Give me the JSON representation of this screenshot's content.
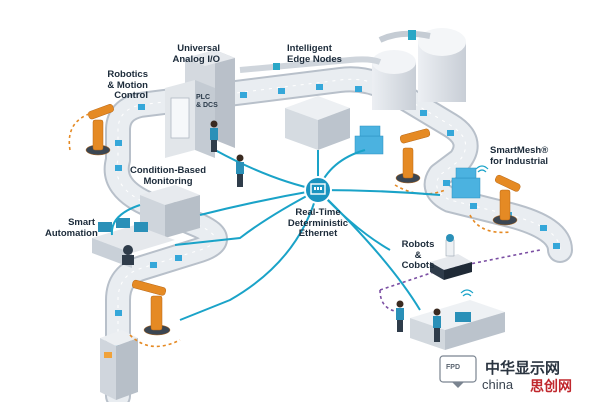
{
  "labels": {
    "universal_io": [
      "Universal",
      "Analog I/O"
    ],
    "edge_nodes": [
      "Intelligent",
      "Edge Nodes"
    ],
    "robotics": [
      "Robotics",
      "& Motion",
      "Control"
    ],
    "condition": [
      "Condition-Based",
      "Monitoring"
    ],
    "smartmesh": [
      "SmartMesh®",
      "for Industrial"
    ],
    "smart_automation": [
      "Smart",
      "Automation"
    ],
    "ethernet": [
      "Real-Time",
      "Deterministic",
      "Ethernet"
    ],
    "robots_cobots": [
      "Robots",
      "& Cobots"
    ],
    "plc_dcs": [
      "PLC",
      "& DCS"
    ]
  },
  "watermark": {
    "cn": "中华显示网",
    "en": "china",
    "cn2": "思创网",
    "fpd": "FPD"
  },
  "colors": {
    "network": "#1aa3c8",
    "hub": "#1b94c0",
    "conveyor": "#e3e7ec",
    "conveyor_edge": "#b8c0ca",
    "robot": "#e58a24",
    "box": "#35a7d9",
    "dashed": "#e58a24",
    "dashed_purple": "#7b4fa3",
    "building": "#d7dce2"
  },
  "icons": {
    "hub": "ethernet-switch-icon",
    "wireless": "wireless-signal-icon"
  }
}
